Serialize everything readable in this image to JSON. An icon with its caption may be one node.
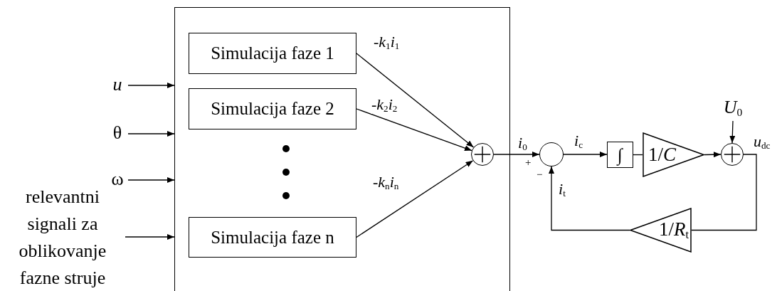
{
  "diagram": {
    "nodes": [
      {
        "text": [
          "*u*"
        ]
      },
      {
        "text": [
          "θ"
        ]
      },
      {
        "text": [
          "ω"
        ]
      },
      {
        "text": [
          "relevantni signali za oblikovanje fazne struje"
        ]
      },
      {
        "text": [],
        "shape": "box"
      },
      {
        "text": [
          "Simulacija faze 1"
        ],
        "in": 4
      },
      {
        "text": [
          "Simulacija faze 2"
        ],
        "in": 4
      },
      {
        "text": [
          "Simulacija faze n"
        ],
        "in": 4
      },
      {
        "text": [],
        "shape": "circle",
        "in": 4
      },
      {
        "text": [],
        "shape": "circle"
      },
      {
        "text": [
          "∫"
        ]
      },
      {
        "text": [
          "1/*C*"
        ]
      },
      {
        "text": [
          "*U*$_{0}$"
        ]
      },
      {
        "text": [],
        "shape": "circle"
      },
      {
        "text": [
          "1/*R*$_{t}$"
        ]
      }
    ],
    "edges": [
      {
        "from": 0,
        "to": 4,
        "arrow": "to"
      },
      {
        "from": 1,
        "to": 4,
        "arrow": "to"
      },
      {
        "from": 2,
        "to": 4,
        "arrow": "to"
      },
      {
        "from": 3,
        "to": 4,
        "arrow": "to"
      },
      {
        "from": 5,
        "to": 8,
        "arrow": "to",
        "label": "-*k*$_{1}$*i*$_{1}$"
      },
      {
        "from": 6,
        "to": 8,
        "arrow": "to",
        "label": "-*k*$_{2}$*i*$_{2}$"
      },
      {
        "from": 7,
        "to": 8,
        "arrow": "to",
        "label": "-*k*$_{n}$*i*$_{n}$"
      },
      {
        "from": 8,
        "to": 9,
        "arrow": "to",
        "label": "*i*$_{0}$"
      },
      {
        "from": 9,
        "to": 10,
        "arrow": "to",
        "label": "*i*$_{c}$"
      },
      {
        "from": 10,
        "to": 11,
        "arrow": "none"
      },
      {
        "from": 11,
        "to": 13,
        "arrow": "to"
      },
      {
        "from": 12,
        "to": 13,
        "arrow": "to"
      },
      {
        "from": 13,
        "to": 14,
        "arrow": "none",
        "label": "*u*$_{dc}$"
      },
      {
        "from": 14,
        "to": 9,
        "arrow": "to",
        "label": "*i*$_{t}$"
      }
    ],
    "labels": [
      "+",
      "−"
    ]
  }
}
